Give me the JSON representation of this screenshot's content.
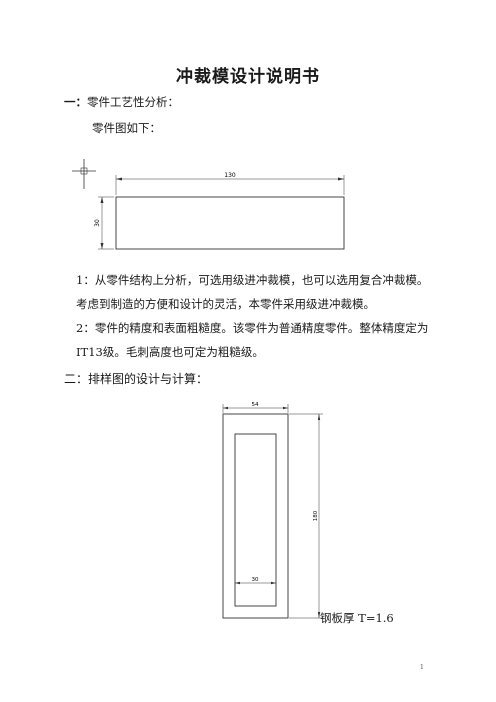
{
  "doc": {
    "title": "冲裁模设计说明书",
    "section1": {
      "num": "一：",
      "text": "零件工艺性分析："
    },
    "figure1_caption": "零件图如下：",
    "para1": "1：从零件结构上分析，可选用级进冲裁模，也可以选用复合冲裁模。考虑到制造的方便和设计的灵活，本零件采用级进冲裁模。",
    "para2": "2：零件的精度和表面粗糙度。该零件为普通精度零件。整体精度定为IT13级。毛刺高度也可定为粗糙级。",
    "section2": "二：排样图的设计与计算：",
    "plate_note": "钢板厚 T=1.6",
    "page_number": "1"
  },
  "drawing1": {
    "dim_width": "130",
    "dim_height": "30"
  },
  "drawing2": {
    "dim_top": "54",
    "dim_right": "180",
    "dim_inner": "30"
  }
}
